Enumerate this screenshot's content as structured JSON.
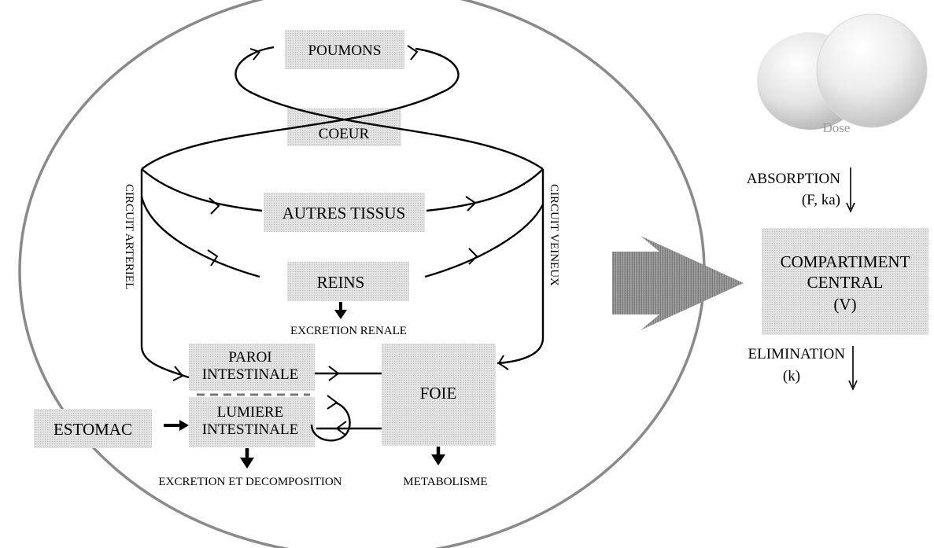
{
  "body": {
    "lungs": "POUMONS",
    "heart": "COEUR",
    "other_tissues": "AUTRES TISSUS",
    "kidneys": "REINS",
    "renal_excretion": "EXCRETION RENALE",
    "arterial_circuit": "CIRCUIT ARTERIEL",
    "venous_circuit": "CIRCUIT VEINEUX",
    "intestinal_wall_line1": "PAROI",
    "intestinal_wall_line2": "INTESTINALE",
    "intestinal_lumen_line1": "LUMIERE",
    "intestinal_lumen_line2": "INTESTINALE",
    "liver": "FOIE",
    "stomach": "ESTOMAC",
    "excretion_decomposition": "EXCRETION ET DECOMPOSITION",
    "metabolism": "METABOLISME"
  },
  "model": {
    "dose": "Dose",
    "absorption": "ABSORPTION",
    "absorption_params": "(F, ka)",
    "central_line1": "COMPARTIMENT",
    "central_line2": "CENTRAL",
    "central_line3": "(V)",
    "elimination": "ELIMINATION",
    "elimination_params": "(k)"
  },
  "colors": {
    "box_fill": "#d3d3d3",
    "stroke": "#000000",
    "big_arrow": "#8a8a8a"
  }
}
